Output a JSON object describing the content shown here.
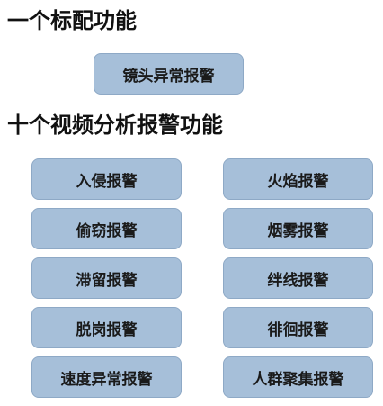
{
  "standard_section": {
    "title": "一个标配功能",
    "items": [
      "镜头异常报警"
    ]
  },
  "analysis_section": {
    "title": "十个视频分析报警功能",
    "left_items": [
      "入侵报警",
      "偷窃报警",
      "滞留报警",
      "脱岗报警",
      "速度异常报警"
    ],
    "right_items": [
      "火焰报警",
      "烟雾报警",
      "绊线报警",
      "徘徊报警",
      "人群聚集报警"
    ]
  },
  "colors": {
    "box_fill": "#a6bfd9",
    "box_border": "#8ea9c6",
    "text": "#111111"
  }
}
